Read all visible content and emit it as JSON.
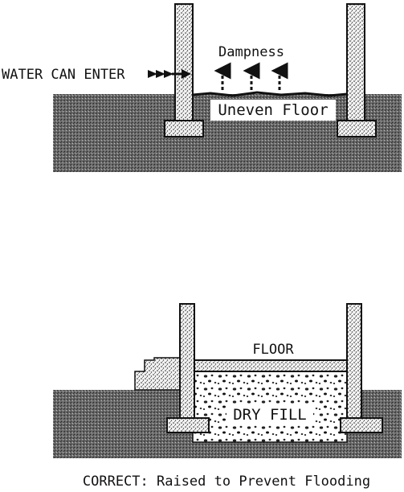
{
  "top_diagram": {
    "dampness_label": "Dampness",
    "water_label": "WATER CAN ENTER",
    "floor_label": "Uneven Floor"
  },
  "bottom_diagram": {
    "floor_label": "FLOOR",
    "fill_label": "DRY FILL",
    "caption": "CORRECT: Raised to Prevent Flooding"
  },
  "colors": {
    "ink": "#111111",
    "paper": "#ffffff",
    "soil": "#6e6e6e"
  }
}
